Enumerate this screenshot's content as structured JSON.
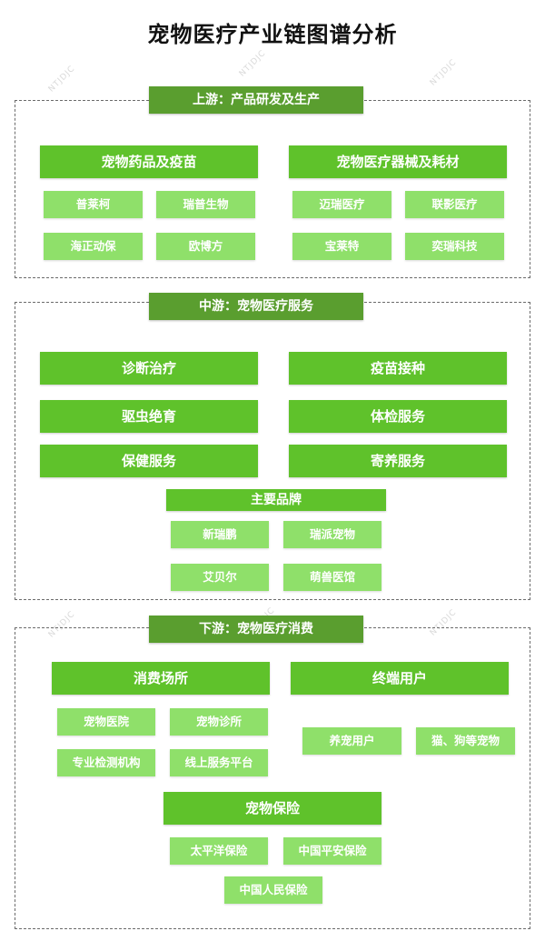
{
  "title": "宠物医疗产业链图谱分析",
  "watermark": "NTJDJC",
  "upstream": {
    "header": "上游：产品研发及生产",
    "left_category": "宠物药品及疫苗",
    "left_items": [
      "普莱柯",
      "瑞普生物",
      "海正动保",
      "欧博方"
    ],
    "right_category": "宠物医疗器械及耗材",
    "right_items": [
      "迈瑞医疗",
      "联影医疗",
      "宝莱特",
      "奕瑞科技"
    ]
  },
  "midstream": {
    "header": "中游：宠物医疗服务",
    "services": [
      "诊断治疗",
      "疫苗接种",
      "驱虫绝育",
      "体检服务",
      "保健服务",
      "寄养服务"
    ],
    "brands_category": "主要品牌",
    "brands": [
      "新瑞鹏",
      "瑞派宠物",
      "艾贝尔",
      "萌兽医馆"
    ]
  },
  "downstream": {
    "header": "下游：宠物医疗消费",
    "venues_category": "消费场所",
    "venues": [
      "宠物医院",
      "宠物诊所",
      "专业检测机构",
      "线上服务平台"
    ],
    "users_category": "终端用户",
    "users": [
      "养宠用户",
      "猫、狗等宠物"
    ],
    "insurance_category": "宠物保险",
    "insurance": [
      "太平洋保险",
      "中国平安保险",
      "中国人民保险"
    ]
  },
  "colors": {
    "header": "#5a9e2f",
    "category": "#5fc22b",
    "item": "#8fe06a",
    "border": "#6b6b6b"
  }
}
